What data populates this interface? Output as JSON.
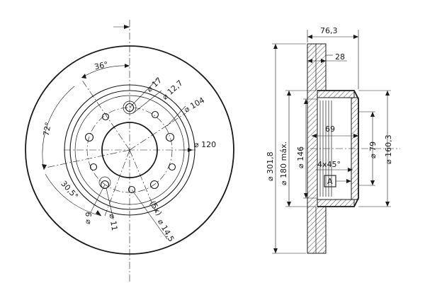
{
  "front_view": {
    "angle_36": "36°",
    "angle_72": "72°",
    "angle_30_5": "30,5°",
    "dia_17": "⌀ 17",
    "dia_12_7": "⌀ 12,7",
    "dia_104": "⌀ 104",
    "dia_120": "⌀ 120",
    "dia_9": "⌀ 9",
    "dia_11": "⌀ 11",
    "holes_5x": "(5x)",
    "dia_14_5": "⌀ 14,5"
  },
  "side_view": {
    "width_76_3": "76,3",
    "thickness_28": "28",
    "hat_69": "69",
    "dia_301_8": "⌀ 301,8",
    "dia_180_max": "⌀ 180 máx.",
    "dia_146": "⌀ 146",
    "dia_79": "⌀ 79",
    "dia_160_3": "⌀ 160,3",
    "chamfer": "4x45°",
    "datum": "A"
  }
}
